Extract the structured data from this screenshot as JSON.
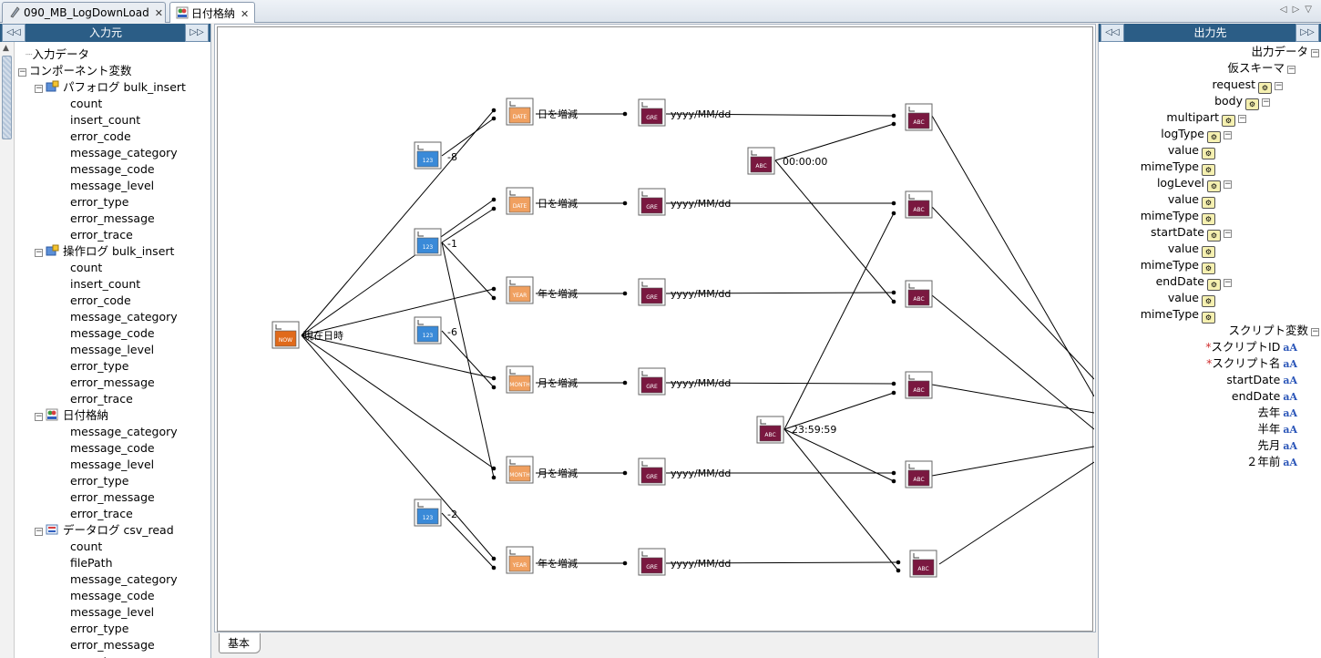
{
  "tabs": [
    {
      "label": "090_MB_LogDownLoad",
      "icon": "script-icon",
      "active": false
    },
    {
      "label": "日付格納",
      "icon": "component-icon",
      "active": true
    }
  ],
  "left_panel": {
    "title": "入力元",
    "tree": [
      {
        "label": "入力データ",
        "level": 0
      },
      {
        "label": "コンポーネント変数",
        "level": 0,
        "expander": "−"
      },
      {
        "label": "パフォログ bulk_insert",
        "level": 1,
        "expander": "−",
        "icon": "db-insert-icon"
      },
      {
        "label": "count",
        "level": 2
      },
      {
        "label": "insert_count",
        "level": 2
      },
      {
        "label": "error_code",
        "level": 2
      },
      {
        "label": "message_category",
        "level": 2
      },
      {
        "label": "message_code",
        "level": 2
      },
      {
        "label": "message_level",
        "level": 2
      },
      {
        "label": "error_type",
        "level": 2
      },
      {
        "label": "error_message",
        "level": 2
      },
      {
        "label": "error_trace",
        "level": 2
      },
      {
        "label": "操作ログ bulk_insert",
        "level": 1,
        "expander": "−",
        "icon": "db-insert-icon"
      },
      {
        "label": "count",
        "level": 2
      },
      {
        "label": "insert_count",
        "level": 2
      },
      {
        "label": "error_code",
        "level": 2
      },
      {
        "label": "message_category",
        "level": 2
      },
      {
        "label": "message_code",
        "level": 2
      },
      {
        "label": "message_level",
        "level": 2
      },
      {
        "label": "error_type",
        "level": 2
      },
      {
        "label": "error_message",
        "level": 2
      },
      {
        "label": "error_trace",
        "level": 2
      },
      {
        "label": "日付格納",
        "level": 1,
        "expander": "−",
        "icon": "component-icon"
      },
      {
        "label": "message_category",
        "level": 2
      },
      {
        "label": "message_code",
        "level": 2
      },
      {
        "label": "message_level",
        "level": 2
      },
      {
        "label": "error_type",
        "level": 2
      },
      {
        "label": "error_message",
        "level": 2
      },
      {
        "label": "error_trace",
        "level": 2
      },
      {
        "label": "データログ csv_read",
        "level": 1,
        "expander": "−",
        "icon": "csv-read-icon"
      },
      {
        "label": "count",
        "level": 2
      },
      {
        "label": "filePath",
        "level": 2
      },
      {
        "label": "message_category",
        "level": 2
      },
      {
        "label": "message_code",
        "level": 2
      },
      {
        "label": "message_level",
        "level": 2
      },
      {
        "label": "error_type",
        "level": 2
      },
      {
        "label": "error_message",
        "level": 2
      },
      {
        "label": "error_trace",
        "level": 2
      }
    ]
  },
  "right_panel": {
    "title": "出力先",
    "tree": [
      {
        "label": "出力データ",
        "kind": "expander"
      },
      {
        "label": "仮スキーマ",
        "kind": "expander"
      },
      {
        "label": "request",
        "kind": "gear-expander"
      },
      {
        "label": "body",
        "kind": "gear-expander"
      },
      {
        "label": "multipart",
        "kind": "gear-expander"
      },
      {
        "label": "logType",
        "kind": "gear-expander"
      },
      {
        "label": "value",
        "kind": "gear"
      },
      {
        "label": "mimeType",
        "kind": "gear"
      },
      {
        "label": "logLevel",
        "kind": "gear-expander"
      },
      {
        "label": "value",
        "kind": "gear"
      },
      {
        "label": "mimeType",
        "kind": "gear"
      },
      {
        "label": "startDate",
        "kind": "gear-expander"
      },
      {
        "label": "value",
        "kind": "gear"
      },
      {
        "label": "mimeType",
        "kind": "gear"
      },
      {
        "label": "endDate",
        "kind": "gear-expander"
      },
      {
        "label": "value",
        "kind": "gear"
      },
      {
        "label": "mimeType",
        "kind": "gear"
      },
      {
        "label": "スクリプト変数",
        "kind": "expander"
      },
      {
        "label": "スクリプトID",
        "kind": "var-marked"
      },
      {
        "label": "スクリプト名",
        "kind": "var-marked"
      },
      {
        "label": "startDate",
        "kind": "var"
      },
      {
        "label": "endDate",
        "kind": "var"
      },
      {
        "label": "去年",
        "kind": "var"
      },
      {
        "label": "半年",
        "kind": "var"
      },
      {
        "label": "先月",
        "kind": "var"
      },
      {
        "label": "２年前",
        "kind": "var"
      }
    ]
  },
  "mapping": {
    "now_label": "現在日時",
    "num_labels": [
      "-8",
      "-1",
      "-6",
      "-2"
    ],
    "op_labels": [
      "日を増減",
      "日を増減",
      "年を増減",
      "月を増減",
      "月を増減",
      "年を増減"
    ],
    "op_types": [
      "DATE",
      "DATE",
      "YEAR",
      "MONTH",
      "MONTH",
      "YEAR"
    ],
    "format_label": "yyyy/MM/dd",
    "time_start": "00:00:00",
    "time_end": "23:59:59",
    "bottom_tab": "基本",
    "colors": {
      "date": "#f0a060",
      "format": "#7a1840",
      "number": "#3a8ad8",
      "now": "#e06a1a"
    }
  }
}
